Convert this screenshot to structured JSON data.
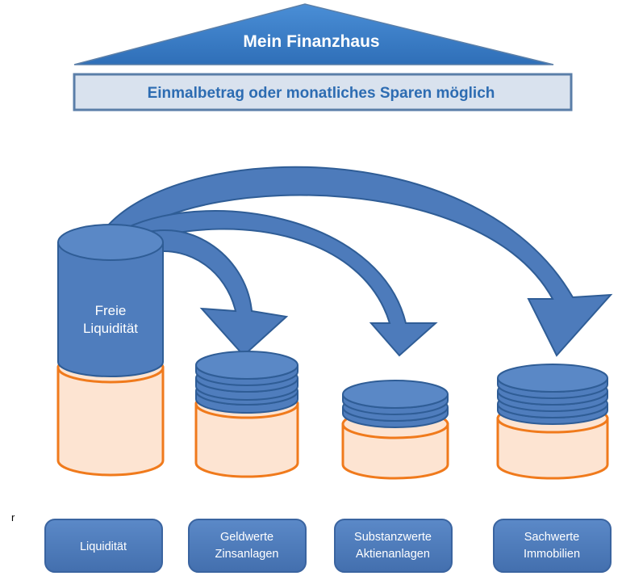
{
  "roof": {
    "title": "Mein Finanzhaus"
  },
  "banner": {
    "text": "Einmalbetrag oder monatliches Sparen möglich"
  },
  "source": {
    "label_line1": "Freie",
    "label_line2": "Liquidität"
  },
  "boxes": [
    {
      "line1": "Liquidität",
      "line2": ""
    },
    {
      "line1": "Geldwerte",
      "line2": "Zinsanlagen"
    },
    {
      "line1": "Substanzwerte",
      "line2": "Aktienanlagen"
    },
    {
      "line1": "Sachwerte",
      "line2": "Immobilien"
    }
  ],
  "stray_text": "r",
  "colors": {
    "roof_fill": "#3a7cc6",
    "banner_fill": "#d9e2ee",
    "banner_border": "#5a7ea8",
    "blue": "#4f7dbd",
    "blue_dark": "#2f5d96",
    "orange_fill": "#fde4d2",
    "orange_stroke": "#f07a1c"
  }
}
